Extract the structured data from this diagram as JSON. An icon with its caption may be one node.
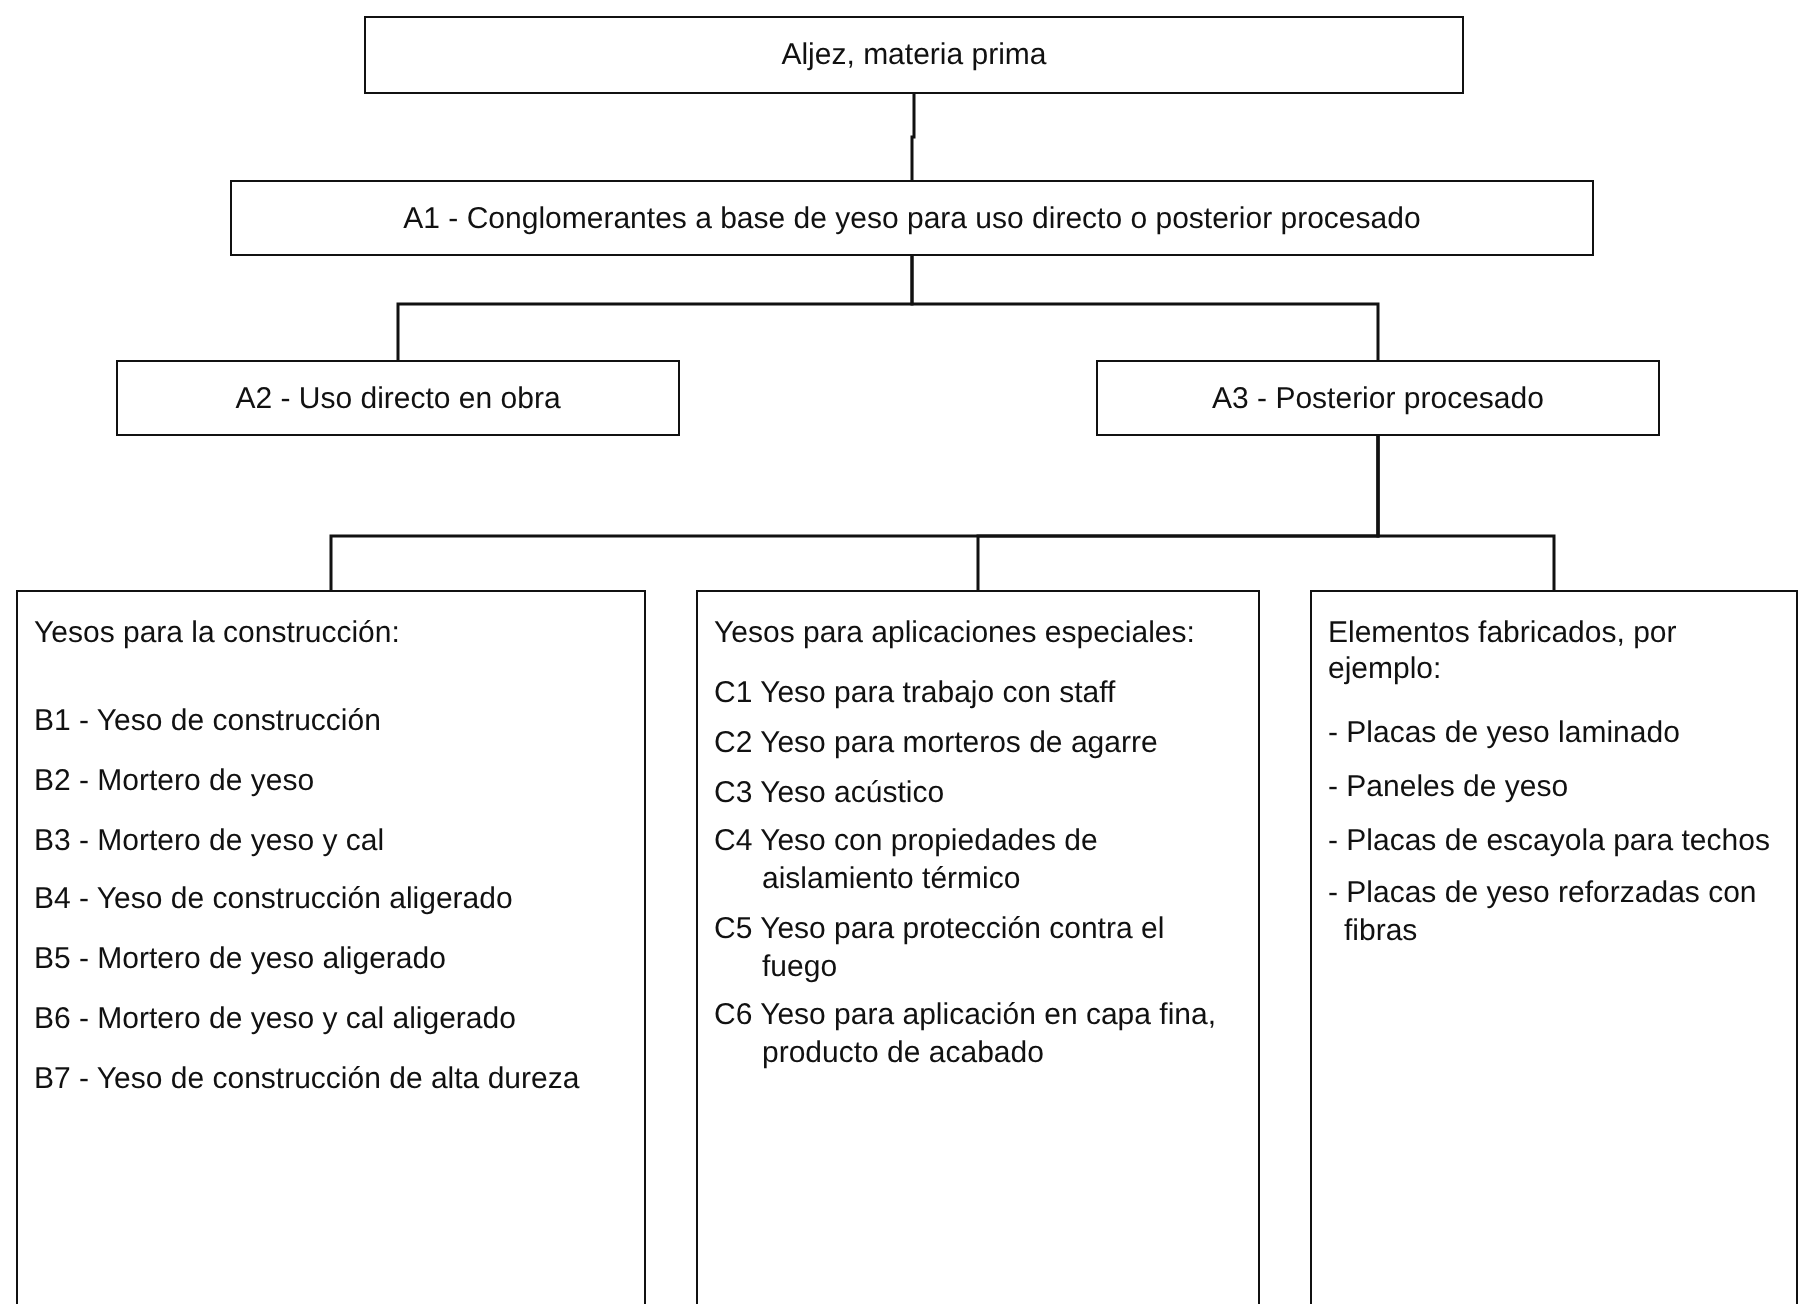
{
  "diagram": {
    "nodes": [
      {
        "text": [
          "Aljez, materia prima"
        ]
      },
      {
        "text": [
          "A1 - Conglomerantes a base de yeso para uso directo o posterior procesado"
        ]
      },
      {
        "text": [
          "A2 - Uso directo en obra"
        ]
      },
      {
        "text": [
          "A3 - Posterior procesado"
        ]
      },
      {
        "text": [
          "Yesos para la construcción:",
          "B1 - Yeso de construcción",
          "B2 - Mortero de yeso",
          "B3 - Mortero de yeso y cal",
          "B4 - Yeso de construcción aligerado",
          "B5 - Mortero de yeso aligerado",
          "B6 - Mortero de yeso y cal aligerado",
          "B7 - Yeso de construcción de alta dureza"
        ]
      },
      {
        "text": [
          "Yesos para aplicaciones especiales:",
          "C1 Yeso para trabajo con staff",
          "C2 Yeso para morteros de agarre",
          "C3 Yeso acústico",
          "C4 Yeso con propiedades de aislamiento térmico",
          "C5 Yeso para protección contra el fuego",
          "C6 Yeso para aplicación en capa fina, producto de acabado"
        ]
      },
      {
        "text": [
          "Elementos fabricados, por ejemplo:",
          "- Placas de yeso laminado",
          "- Paneles de yeso",
          "- Placas de escayola para techos",
          "- Placas de yeso reforzadas con fibras"
        ]
      }
    ],
    "edges": [
      {
        "from": 0,
        "to": 1,
        "arrow": "none"
      },
      {
        "from": 1,
        "to": 2,
        "arrow": "none"
      },
      {
        "from": 1,
        "to": 3,
        "arrow": "none"
      },
      {
        "from": 3,
        "to": 4,
        "arrow": "none"
      },
      {
        "from": 3,
        "to": 5,
        "arrow": "none"
      },
      {
        "from": 3,
        "to": 6,
        "arrow": "none"
      }
    ]
  }
}
